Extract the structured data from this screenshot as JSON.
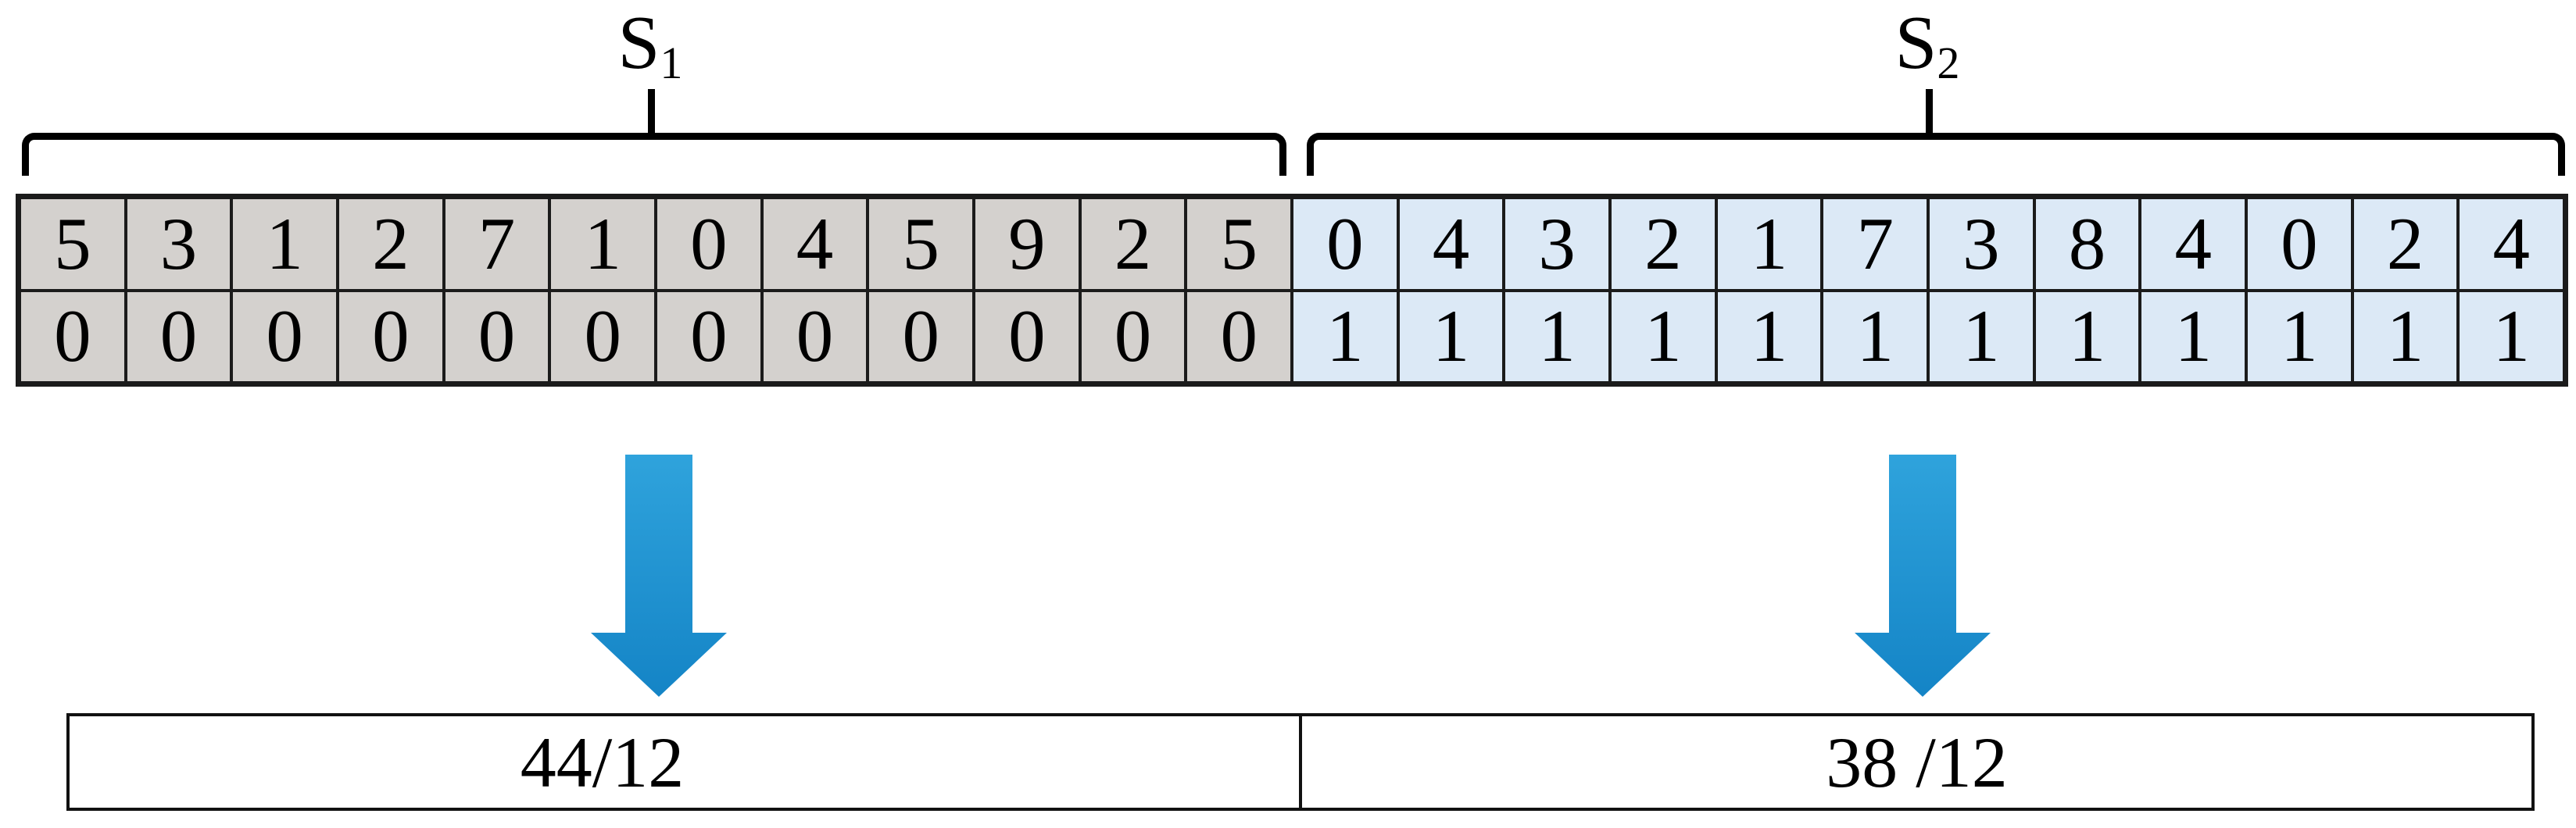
{
  "segments": [
    {
      "label": "S",
      "sub": "1",
      "values": [
        "5",
        "3",
        "1",
        "2",
        "7",
        "1",
        "0",
        "4",
        "5",
        "9",
        "2",
        "5"
      ],
      "flags": [
        "0",
        "0",
        "0",
        "0",
        "0",
        "0",
        "0",
        "0",
        "0",
        "0",
        "0",
        "0"
      ],
      "result": "44/12"
    },
    {
      "label": "S",
      "sub": "2",
      "values": [
        "0",
        "4",
        "3",
        "2",
        "1",
        "7",
        "3",
        "8",
        "4",
        "0",
        "2",
        "4"
      ],
      "flags": [
        "1",
        "1",
        "1",
        "1",
        "1",
        "1",
        "1",
        "1",
        "1",
        "1",
        "1",
        "1"
      ],
      "result": "38 /12"
    }
  ],
  "colors": {
    "s1_cell": "#d4d1ce",
    "s2_cell": "#dce9f6",
    "border": "#1b1b1b",
    "arrow_top": "#2fa3dc",
    "arrow_bottom": "#1484c6"
  }
}
